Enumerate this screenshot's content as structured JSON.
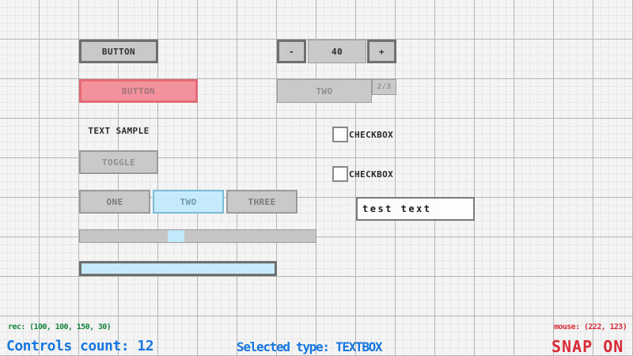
{
  "colors": {
    "background": "#f4f4f4",
    "grid_minor": "#e7e7e7",
    "grid_major": "#b5b5b5",
    "control_gray_fill": "#c9c9c9",
    "control_dark_border": "#6f6f6f",
    "accent_blue_fill": "#c4eafc",
    "accent_blue_border": "#7cbcd9",
    "selected_pink_fill": "#f1929c",
    "selected_pink_border": "#e56a75",
    "status_green": "#15843c",
    "status_blue": "#1677e0",
    "status_red": "#d92b35"
  },
  "controls": {
    "button_normal": {
      "label": "BUTTON"
    },
    "button_selected": {
      "label": "BUTTON"
    },
    "text_sample": {
      "text": "TEXT SAMPLE"
    },
    "toggle": {
      "label": "TOGGLE"
    },
    "radio_group": {
      "options": [
        "ONE",
        "TWO",
        "THREE"
      ],
      "selected": "TWO"
    },
    "stepper": {
      "minus_label": "-",
      "value": "40",
      "plus_label": "+"
    },
    "dropdown": {
      "value": "TWO",
      "page_badge": "2/3"
    },
    "checkbox_top": {
      "label": "CHECKBOX",
      "checked": false
    },
    "checkbox_bottom": {
      "label": "CHECKBOX",
      "checked": false
    },
    "textbox": {
      "value": "test text"
    },
    "slider": {
      "handle_fraction": 0.38
    },
    "progress": {
      "fill_fraction": 1.0
    }
  },
  "status_bar": {
    "rect_info": "rec: (100, 100, 150, 30)",
    "controls_count": "Controls count: 12",
    "selected_type": "Selected type: TEXTBOX",
    "mouse_info": "mouse: (222, 123)",
    "snap_label": "SNAP ON"
  }
}
